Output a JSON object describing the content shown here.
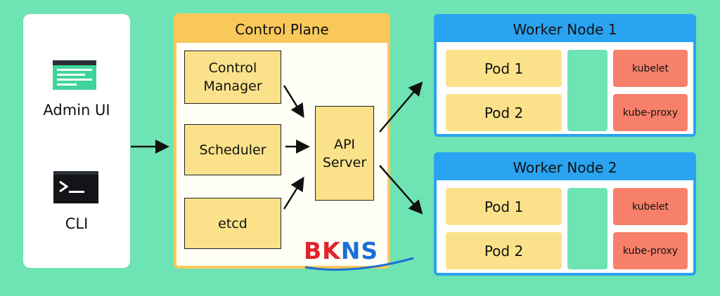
{
  "clients": {
    "admin_ui": {
      "label": "Admin UI",
      "icon": "browser-window-icon"
    },
    "cli": {
      "label": "CLI",
      "icon": "terminal-icon"
    }
  },
  "control_plane": {
    "title": "Control Plane",
    "control_manager": {
      "line1": "Control",
      "line2": "Manager"
    },
    "scheduler": "Scheduler",
    "etcd": "etcd",
    "api_server": {
      "line1": "API",
      "line2": "Server"
    }
  },
  "workers": [
    {
      "title": "Worker Node 1",
      "pods": [
        "Pod 1",
        "Pod 2"
      ],
      "kubelet": "kubelet",
      "kube_proxy": "kube-proxy"
    },
    {
      "title": "Worker Node 2",
      "pods": [
        "Pod 1",
        "Pod 2"
      ],
      "kubelet": "kubelet",
      "kube_proxy": "kube-proxy"
    }
  ],
  "logo": {
    "part1": "BK",
    "part2": "NS"
  },
  "colors": {
    "background": "#6ee3b4",
    "control_plane_accent": "#f9c85a",
    "component_fill": "#fbe28a",
    "worker_accent": "#2aa3f0",
    "service_fill": "#f7806a",
    "logo_red": "#e2232b",
    "logo_blue": "#1c6fd6"
  }
}
